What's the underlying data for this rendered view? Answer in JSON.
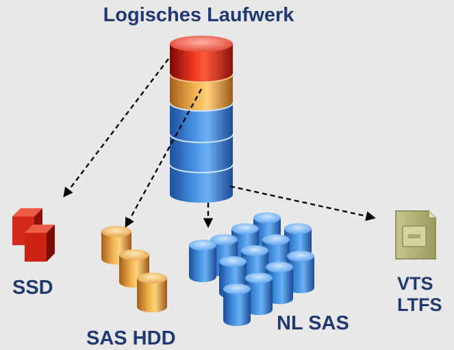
{
  "title": "Logisches Laufwerk",
  "tiers": {
    "ssd": {
      "label": "SSD"
    },
    "sas_hdd": {
      "label": "SAS HDD"
    },
    "nl_sas": {
      "label": "NL SAS"
    },
    "tape": {
      "line1": "VTS",
      "line2": "LTFS"
    }
  },
  "colors": {
    "text": "#1f3a73",
    "background": "#e8e8e8",
    "ssd_red": "#d42a1c",
    "sas_orange": "#e09a34",
    "nl_sas_blue": "#3a82d6",
    "tape_green": "#b8b97a",
    "arrow": "#000000"
  },
  "icons": [
    "logical-drive-stack-icon",
    "ssd-cubes-icon",
    "sas-hdd-cylinders-icon",
    "nl-sas-cylinders-icon",
    "vts-ltfs-tape-icon",
    "dashed-arrow-icon"
  ]
}
